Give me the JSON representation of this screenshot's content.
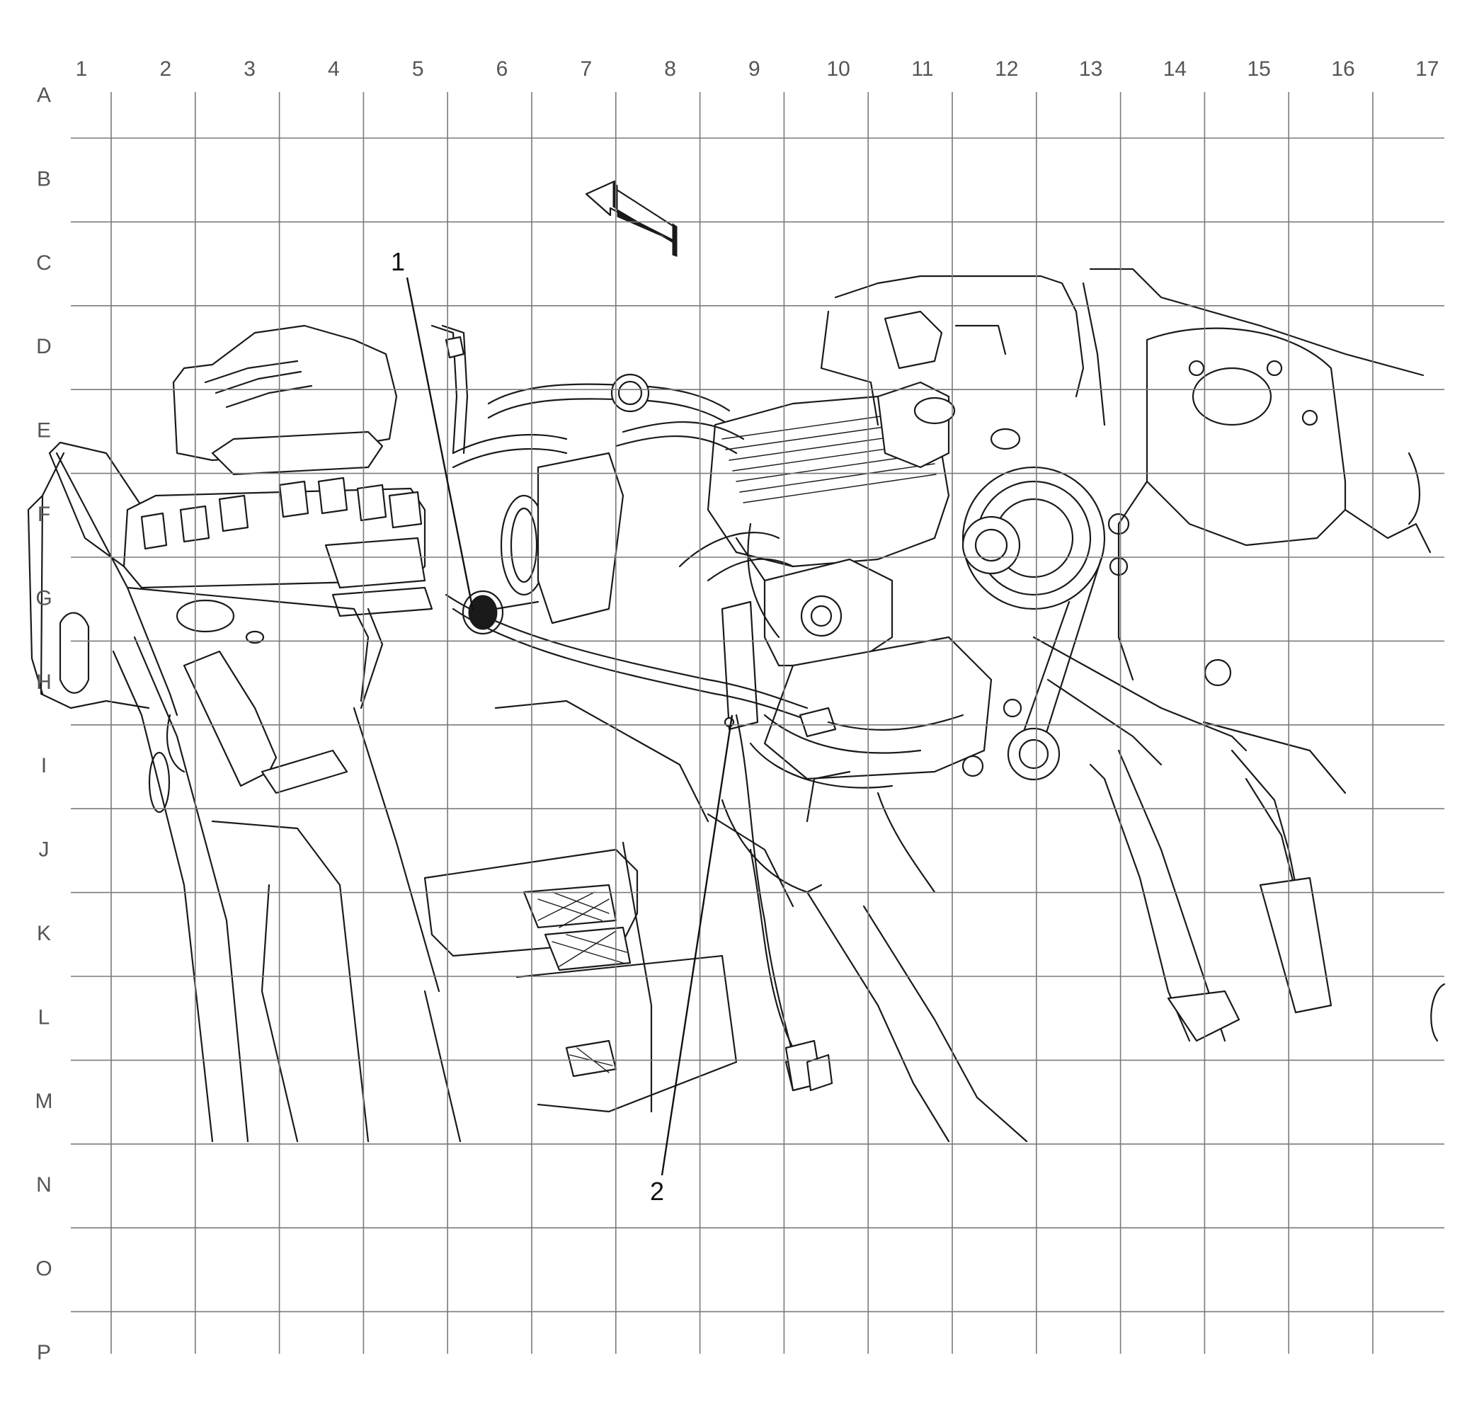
{
  "grid": {
    "columns": [
      "1",
      "2",
      "3",
      "4",
      "5",
      "6",
      "7",
      "8",
      "9",
      "10",
      "11",
      "12",
      "13",
      "14",
      "15",
      "16",
      "17"
    ],
    "rows": [
      "A",
      "B",
      "C",
      "D",
      "E",
      "F",
      "G",
      "H",
      "I",
      "J",
      "K",
      "L",
      "M",
      "N",
      "O",
      "P"
    ]
  },
  "callouts": [
    {
      "label": "1"
    },
    {
      "label": "2"
    }
  ]
}
